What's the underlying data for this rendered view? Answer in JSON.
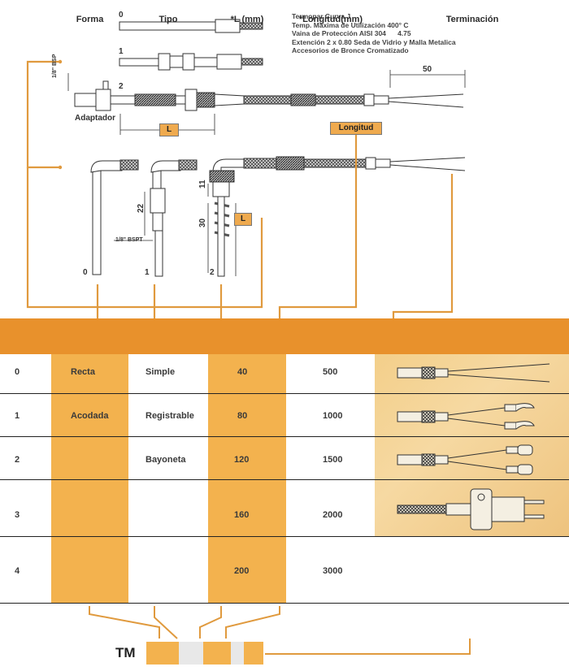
{
  "spec": {
    "lines": [
      "Termopar Curva J",
      "Temp. Maxima de Utilización 400° C",
      "Vaina de Protección AISI 304      4.75",
      "Extención 2 x 0.80 Seda de Vidrio y Malla Metalica",
      "Accesorios de Bronce Cromatizado"
    ]
  },
  "diagram": {
    "top_numbers": [
      "0",
      "1",
      "2"
    ],
    "bottom_numbers": [
      "0",
      "1",
      "2"
    ],
    "adaptador": "Adaptador",
    "bsp_top": "1/8\" BSP",
    "bsp_bottom": "1/8\" BSPT",
    "dim_50": "50",
    "dim_22": "22",
    "dim_30": "30",
    "dim_11": "11",
    "tag_L_top": "L",
    "tag_longitud": "Longitud",
    "tag_L_bottom": "L"
  },
  "table": {
    "headers": {
      "forma": "Forma",
      "tipo": "Tipo",
      "l": "*L (mm)",
      "longitud": "*Longitud(mm)",
      "terminacion": "Terminación"
    },
    "rows": [
      {
        "code": "0",
        "forma": "Recta",
        "tipo": "Simple",
        "l": "40",
        "longitud": "500"
      },
      {
        "code": "1",
        "forma": "Acodada",
        "tipo": "Registrable",
        "l": "80",
        "longitud": "1000"
      },
      {
        "code": "2",
        "forma": "",
        "tipo": "Bayoneta",
        "l": "120",
        "longitud": "1500"
      },
      {
        "code": "3",
        "forma": "",
        "tipo": "",
        "l": "160",
        "longitud": "2000"
      },
      {
        "code": "4",
        "forma": "",
        "tipo": "",
        "l": "200",
        "longitud": "3000"
      }
    ]
  },
  "code": {
    "prefix": "TM"
  },
  "colors": {
    "header_orange": "#e8912c",
    "band_orange": "#f3b24e",
    "line_orange": "#e09a3e",
    "termination_bg": "#f3cf8a"
  }
}
